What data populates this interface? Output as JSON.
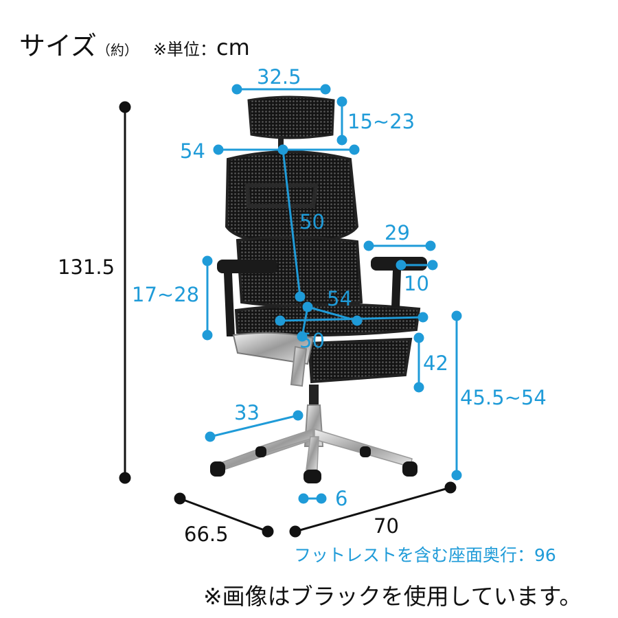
{
  "title": {
    "main": "サイズ",
    "approx": "（約）",
    "unit_prefix": "※単位：",
    "unit": "cm"
  },
  "dimensions": {
    "headrest_width": "32.5",
    "headrest_height": "15~23",
    "back_width": "54",
    "back_height": "50",
    "armrest_length": "29",
    "armrest_width": "10",
    "armrest_height": "17~28",
    "seat_width": "54",
    "seat_depth": "50",
    "seat_thickness": "42",
    "seat_height": "45.5~54",
    "base_radius": "33",
    "caster_width": "6",
    "total_height": "131.5",
    "total_depth": "66.5",
    "total_width": "70"
  },
  "notes": {
    "footrest_depth": "フットレストを含む座面奥行：96",
    "color_note": "※画像はブラックを使用しています。"
  },
  "colors": {
    "accent": "#1f9bd8",
    "text": "#111111"
  }
}
